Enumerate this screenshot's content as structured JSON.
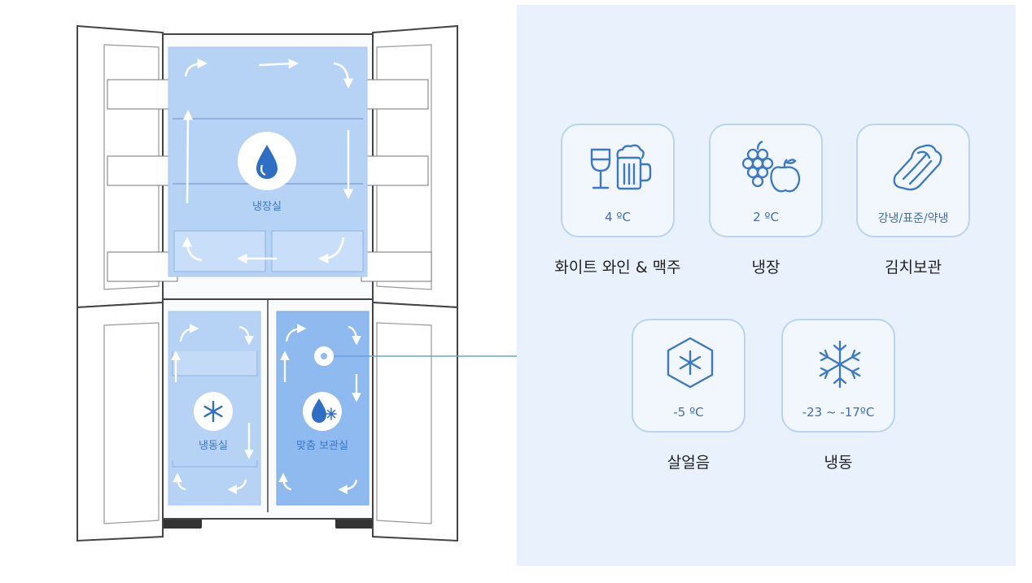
{
  "zones": {
    "fridge": "냉장실",
    "freezer": "냉동실",
    "custom": "맞춤 보관실"
  },
  "modes": [
    {
      "icon": "wine-beer-icon",
      "temp": "4 ºC",
      "label": "화이트 와인 & 맥주"
    },
    {
      "icon": "grape-apple-icon",
      "temp": "2 ºC",
      "label": "냉장"
    },
    {
      "icon": "napa-cabbage-icon",
      "temp": "강냉/표준/약냉",
      "label": "김치보관"
    },
    {
      "icon": "hexagon-snowflake-icon",
      "temp": "-5 ºC",
      "label": "살얼음"
    },
    {
      "icon": "snowflake-icon",
      "temp": "-23 ~ -17ºC",
      "label": "냉동"
    }
  ],
  "colors": {
    "accent": "#3b78c8",
    "panel": "#e8f1fc",
    "card_border": "#b9d4f3"
  }
}
